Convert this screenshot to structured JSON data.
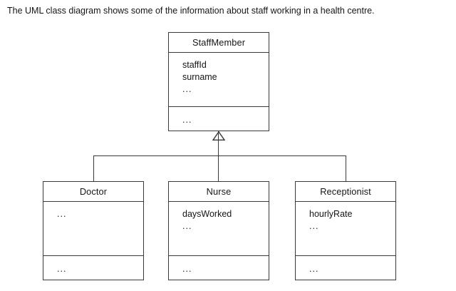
{
  "caption": "The UML class diagram shows some of the information about staff working in a health centre.",
  "diagram": {
    "type": "uml-class-diagram",
    "relationship": "generalization",
    "relationship_marker": "hollow-triangle",
    "line_color": "#3a3a3a",
    "text_color": "#161616",
    "background": "#ffffff",
    "superclass": {
      "name": "StaffMember",
      "attributes": [
        "staffId",
        "surname",
        "..."
      ],
      "operations": [
        "..."
      ]
    },
    "subclasses": [
      {
        "name": "Doctor",
        "attributes": [
          "..."
        ],
        "operations": [
          "..."
        ]
      },
      {
        "name": "Nurse",
        "attributes": [
          "daysWorked",
          "..."
        ],
        "operations": [
          "..."
        ]
      },
      {
        "name": "Receptionist",
        "attributes": [
          "hourlyRate",
          "..."
        ],
        "operations": [
          "..."
        ]
      }
    ]
  }
}
